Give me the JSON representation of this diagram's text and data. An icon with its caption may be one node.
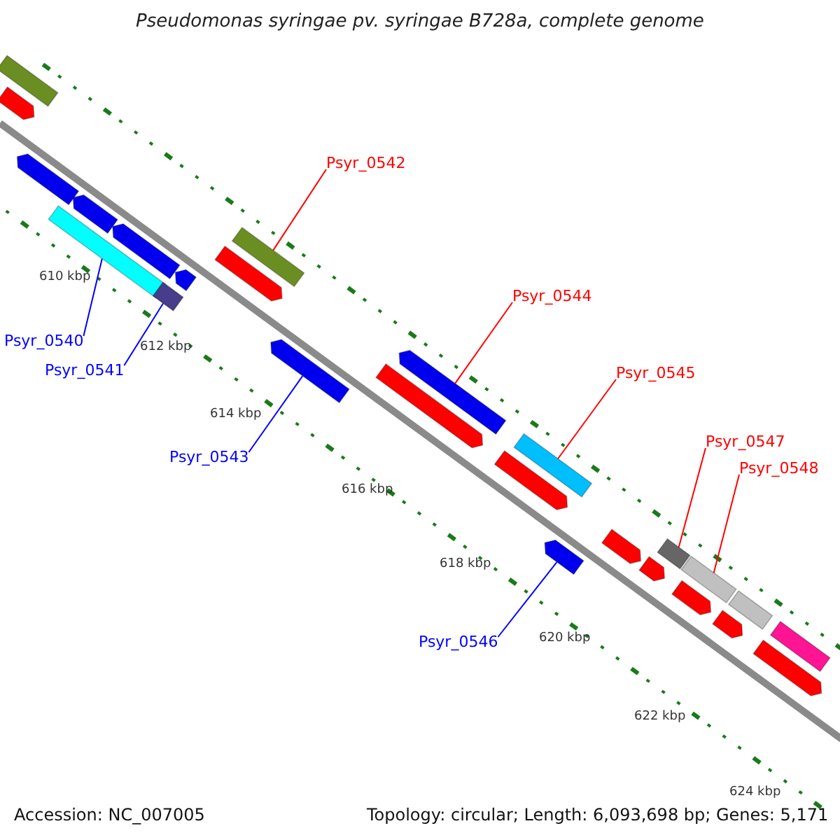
{
  "diagram": {
    "title": "Pseudomonas syringae pv. syringae B728a, complete genome",
    "nodes": [
      {
        "text": [
          "Psyr_0540"
        ]
      },
      {
        "text": [
          "Psyr_0541"
        ]
      },
      {
        "text": [
          "Psyr_0542"
        ]
      },
      {
        "text": [
          "Psyr_0543"
        ]
      },
      {
        "text": [
          "Psyr_0544"
        ]
      },
      {
        "text": [
          "Psyr_0545"
        ]
      },
      {
        "text": [
          "Psyr_0546"
        ]
      },
      {
        "text": [
          "Psyr_0547"
        ]
      },
      {
        "text": [
          "Psyr_0548"
        ]
      },
      {
        "text": [],
        "shape": "bar"
      },
      {
        "text": [],
        "shape": "bar"
      },
      {
        "text": [],
        "shape": "bar"
      },
      {
        "text": [],
        "shape": "bar"
      },
      {
        "text": [],
        "shape": "bar"
      },
      {
        "text": [],
        "shape": "bar"
      },
      {
        "text": [],
        "shape": "bar"
      },
      {
        "text": [],
        "shape": "bar"
      },
      {
        "text": [],
        "shape": "bar"
      },
      {
        "text": [],
        "shape": "bar"
      },
      {
        "text": [],
        "shape": "bar"
      },
      {
        "text": [],
        "shape": "bar"
      },
      {
        "text": [],
        "shape": "bar"
      },
      {
        "text": [],
        "shape": "bar"
      },
      {
        "text": [],
        "shape": "bar"
      },
      {
        "text": [],
        "shape": "bar"
      },
      {
        "text": [],
        "shape": "bar"
      },
      {
        "text": [],
        "shape": "bar"
      },
      {
        "text": [],
        "shape": "bar"
      },
      {
        "text": [],
        "shape": "bar"
      },
      {
        "text": [],
        "shape": "bar"
      },
      {
        "text": [],
        "shape": "bar"
      },
      {
        "text": [],
        "shape": "bar"
      },
      {
        "text": [],
        "shape": "bar"
      },
      {
        "text": [],
        "shape": "bar"
      }
    ],
    "edges": [
      {
        "from": 0,
        "to": 9,
        "arrow": "none",
        "color": "#0000ff"
      },
      {
        "from": 1,
        "to": 10,
        "arrow": "none",
        "color": "#0000ff"
      },
      {
        "from": 2,
        "to": 11,
        "arrow": "none"
      },
      {
        "from": 3,
        "to": 12,
        "arrow": "none",
        "color": "#0000ff"
      },
      {
        "from": 4,
        "to": 13,
        "arrow": "none"
      },
      {
        "from": 5,
        "to": 14,
        "arrow": "none"
      },
      {
        "from": 6,
        "to": 15,
        "arrow": "none",
        "color": "#0000ff"
      },
      {
        "from": 7,
        "to": 16,
        "arrow": "none"
      },
      {
        "from": 8,
        "to": 17,
        "arrow": "none"
      }
    ],
    "labels": [
      "610 kbp",
      "612 kbp",
      "614 kbp",
      "616 kbp",
      "618 kbp",
      "620 kbp",
      "622 kbp",
      "624 kbp",
      "Accession: NC_007005",
      "Topology: circular; Length: 6,093,698 bp; Genes: 5,171"
    ]
  }
}
